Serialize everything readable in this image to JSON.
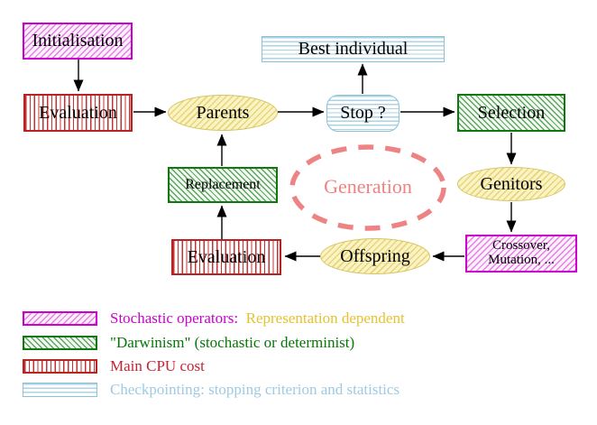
{
  "diagram": {
    "nodes": {
      "initialisation": {
        "label": "Initialisation"
      },
      "evaluation_top": {
        "label": "Evaluation"
      },
      "parents": {
        "label": "Parents"
      },
      "best_individual": {
        "label": "Best individual"
      },
      "stop": {
        "label": "Stop ?"
      },
      "selection": {
        "label": "Selection"
      },
      "genitors": {
        "label": "Genitors"
      },
      "crossover_mutation": {
        "line1": "Crossover,",
        "line2": "Mutation, ..."
      },
      "offspring": {
        "label": "Offspring"
      },
      "evaluation_bottom": {
        "label": "Evaluation"
      },
      "replacement": {
        "label": "Replacement"
      },
      "generation": {
        "label": "Generation"
      }
    }
  },
  "legend": {
    "rows": [
      {
        "swatch": "magenta-diagonal-hatch",
        "label": "Stochastic operators:",
        "label2": "Representation dependent"
      },
      {
        "swatch": "green-diagonal-hatch",
        "label": "\"Darwinism\" (stochastic or determinist)"
      },
      {
        "swatch": "red-vertical-stripes",
        "label": "Main CPU cost"
      },
      {
        "swatch": "cyan-horizontal-stripes",
        "label": "Checkpointing: stopping criterion and statistics"
      }
    ]
  },
  "colors": {
    "stochastic_magenta": "#cc00cc",
    "representation_gold": "#e5c230",
    "darwinism_green": "#0f770f",
    "cpu_red": "#c52433",
    "checkpoint_cyan": "#9ecbe2",
    "population_yellow": "#d6c464",
    "generation_coral": "#ee8383",
    "arrow_black": "#000000"
  }
}
